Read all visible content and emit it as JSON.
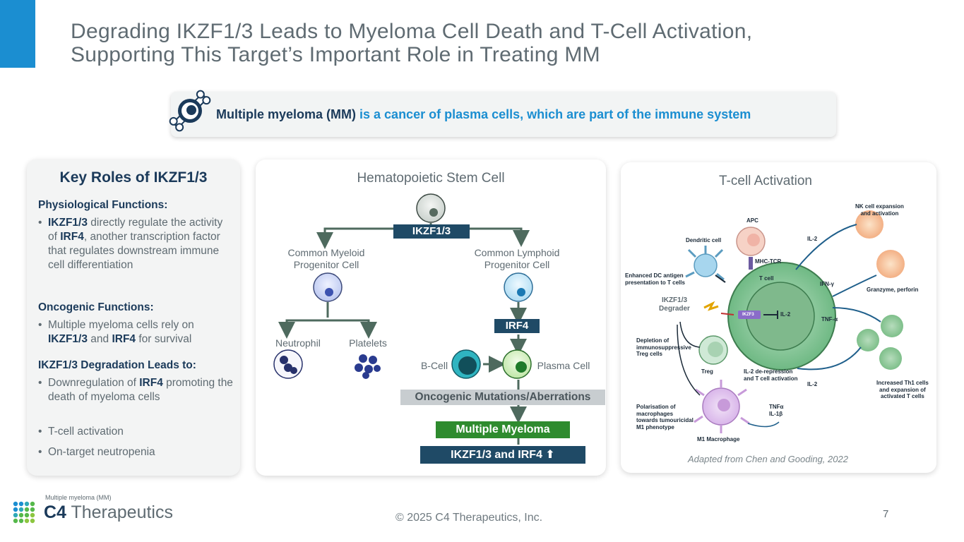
{
  "title_line1": "Degrading IKZF1/3 Leads to Myeloma Cell Death and T-Cell Activation,",
  "title_line2": "Supporting This Target’s Important Role in Treating MM",
  "banner": {
    "bold": "Multiple myeloma (MM)",
    "text": " is a cancer of plasma cells, which are part of the immune system"
  },
  "key_roles": {
    "heading": "Key Roles of IKZF1/3",
    "physio_heading": "Physiological Functions:",
    "physio_b1": "IKZF1/3",
    "physio_t1": " directly regulate the activity of ",
    "physio_b2": "IRF4",
    "physio_t2": ", another transcription factor that regulates downstream immune cell differentiation",
    "onco_heading": "Oncogenic Functions:",
    "onco_t1": "Multiple myeloma cells rely on ",
    "onco_b1": "IKZF1/3",
    "onco_t2": " and ",
    "onco_b2": "IRF4",
    "onco_t3": " for survival",
    "deg_heading": "IKZF1/3 Degradation Leads to:",
    "deg_t1": "Downregulation of ",
    "deg_b1": "IRF4",
    "deg_t2": " promoting the death of myeloma cells",
    "deg_item2": "T-cell activation",
    "deg_item3": "On-target neutropenia"
  },
  "hsc": {
    "title": "Hematopoietic Stem Cell",
    "ikzf_tag": "IKZF1/3",
    "myeloid": "Common Myeloid\nProgenitor Cell",
    "lymphoid": "Common Lymphoid\nProgenitor Cell",
    "irf4_tag": "IRF4",
    "neutrophil": "Neutrophil",
    "platelets": "Platelets",
    "bcell": "B-Cell",
    "plasma": "Plasma Cell",
    "mutations": "Oncogenic Mutations/Aberrations",
    "mm": "Multiple Myeloma",
    "final": "IKZF1/3 and IRF4"
  },
  "tcell": {
    "title": "T-cell Activation",
    "apc": "APC",
    "dendritic": "Dendritic cell",
    "mhc": "MHC-TCR",
    "enhanced": "Enhanced DC antigen\npresentation to T cells",
    "tcell": "T cell",
    "degrader": "IKZF1/3\nDegrader",
    "ikzf3": "IKZF3",
    "il2_in": "IL-2",
    "depletion": "Depletion of\nimmunosuppressive\nTreg cells",
    "treg": "Treg",
    "il2_derep": "IL-2 de-repression\nand T cell activation",
    "il2_a": "IL-2",
    "il2_b": "IL-2",
    "ifn": "IFN-γ",
    "tnf": "TNF-α",
    "nk": "NK cell expansion\nand activation",
    "granzyme": "Granzyme, perforin",
    "th1": "Increased Th1 cells\nand expansion of\nactivated T cells",
    "polarisation": "Polarisation of\nmacrophages\ntowards tumouricidal\nM1 phenotype",
    "tnfa_il1": "TNFα\nIL-1β",
    "m1": "M1 Macrophage",
    "citation": "Adapted from Chen and Gooding, 2022"
  },
  "footer": {
    "note": "Multiple myeloma (MM)",
    "logo_bold": "C4",
    "logo_text": " Therapeutics",
    "copyright": "© 2025 C4 Therapeutics, Inc.",
    "page": "7"
  },
  "colors": {
    "accent": "#1b8ed1",
    "navy": "#1b3a5a",
    "green": "#2e8b2e",
    "gray_text": "#5f6b72"
  }
}
